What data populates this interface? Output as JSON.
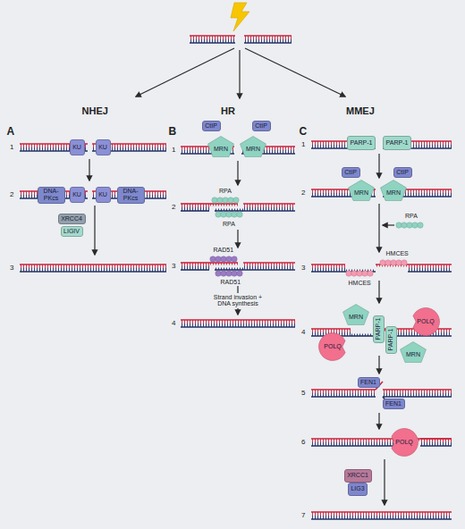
{
  "diagram": {
    "nodes": [
      {
        "text": [
          "KU"
        ]
      },
      {
        "text": [
          "KU"
        ]
      },
      {
        "text": [
          "DNA-PKcs"
        ]
      },
      {
        "text": [
          "KU"
        ]
      },
      {
        "text": [
          "KU"
        ]
      },
      {
        "text": [
          "DNA-PKcs"
        ]
      },
      {
        "text": [
          "XRCC4"
        ]
      },
      {
        "text": [
          "LIGIV"
        ]
      },
      {
        "text": [
          "CtIP"
        ]
      },
      {
        "text": [
          "CtIP"
        ]
      },
      {
        "text": [
          "MRN"
        ]
      },
      {
        "text": [
          "MRN"
        ]
      },
      {
        "text": [
          "PARP-1"
        ]
      },
      {
        "text": [
          "PARP-1"
        ]
      },
      {
        "text": [
          "CtIP"
        ]
      },
      {
        "text": [
          "CtIP"
        ]
      },
      {
        "text": [
          "MRN"
        ]
      },
      {
        "text": [
          "MRN"
        ]
      },
      {
        "text": [
          "MRN"
        ]
      },
      {
        "text": [
          "POLQ"
        ]
      },
      {
        "text": [
          "PARP-1"
        ]
      },
      {
        "text": [
          "PARP-1"
        ]
      },
      {
        "text": [
          "POLQ"
        ]
      },
      {
        "text": [
          "MRN"
        ]
      },
      {
        "text": [
          "FEN1"
        ]
      },
      {
        "text": [
          "FEN1"
        ]
      },
      {
        "text": [
          "POLQ"
        ]
      },
      {
        "text": [
          "XRCC1"
        ]
      },
      {
        "text": [
          "LIG3"
        ]
      }
    ],
    "labels": [
      "NHEJ",
      "HR",
      "MMEJ",
      "A",
      "1",
      "2",
      "3",
      "B",
      "1",
      "2",
      "RPA",
      "RPA",
      "3",
      "RAD51",
      "RAD51",
      "Strand invasion + DNA synthesis",
      "4",
      "C",
      "1",
      "2",
      "RPA",
      "3",
      "HMCES",
      "HMCES",
      "4",
      "5",
      "6",
      "7"
    ]
  }
}
